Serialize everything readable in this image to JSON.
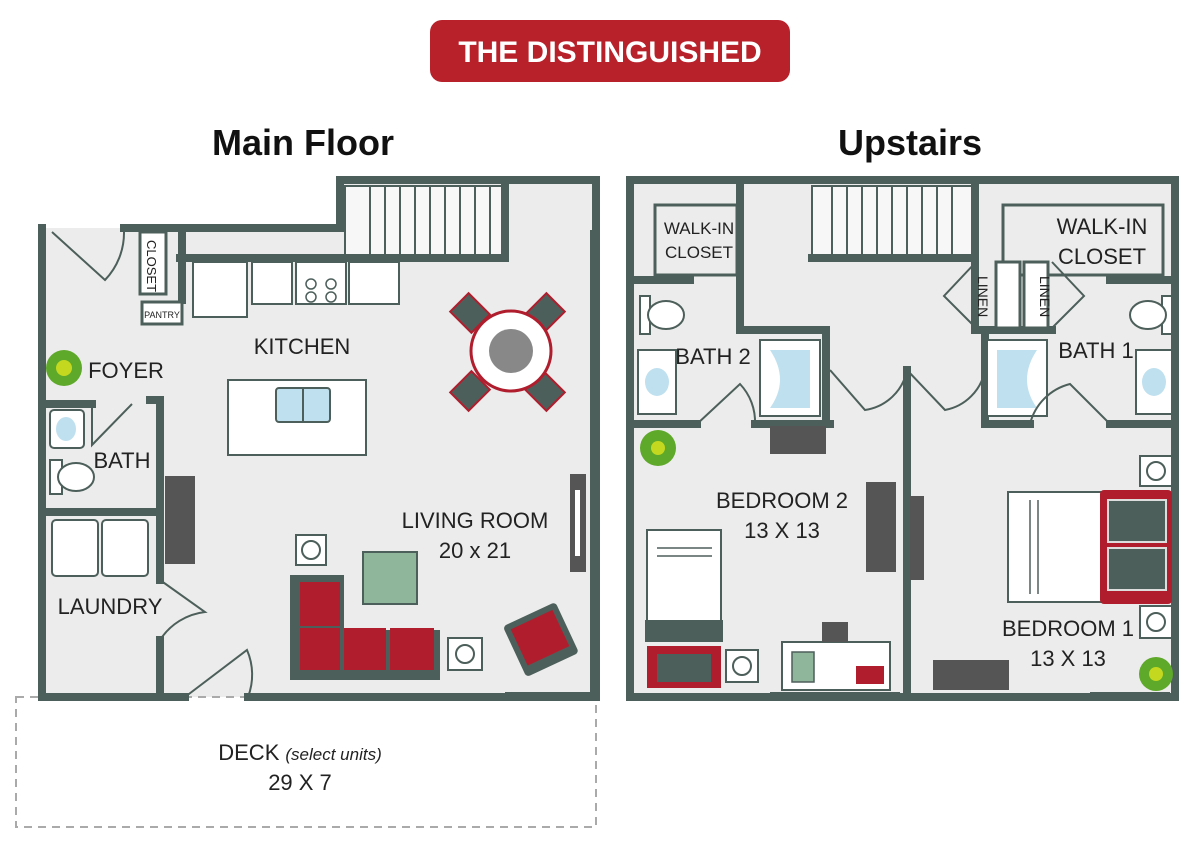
{
  "badge": {
    "label": "THE DISTINGUISHED",
    "color": "#b8202a"
  },
  "colors": {
    "wall": "#4d5f5a",
    "floor": "#ececec",
    "accent_red": "#b01e2e",
    "sink_blue": "#bfe0ef",
    "rug_green": "#8fb59a"
  },
  "main_floor": {
    "heading": "Main Floor",
    "rooms": {
      "closet": "CLOSET",
      "pantry": "PANTRY",
      "kitchen": "KITCHEN",
      "foyer": "FOYER",
      "bath": "BATH",
      "laundry": "LAUNDRY",
      "living_room": "LIVING ROOM",
      "living_room_size": "20 x 21"
    },
    "deck": {
      "label": "DECK",
      "note": "(select units)",
      "size": "29 X 7"
    }
  },
  "upstairs": {
    "heading": "Upstairs",
    "rooms": {
      "walk_in_closet_left_1": "WALK-IN",
      "walk_in_closet_left_2": "CLOSET",
      "walk_in_closet_right_1": "WALK-IN",
      "walk_in_closet_right_2": "CLOSET",
      "linen_left": "LINEN",
      "linen_right": "LINEN",
      "bath_2": "BATH 2",
      "bath_1": "BATH 1",
      "bedroom_2": "BEDROOM 2",
      "bedroom_2_size": "13 X 13",
      "bedroom_1": "BEDROOM 1",
      "bedroom_1_size": "13 X 13"
    }
  }
}
